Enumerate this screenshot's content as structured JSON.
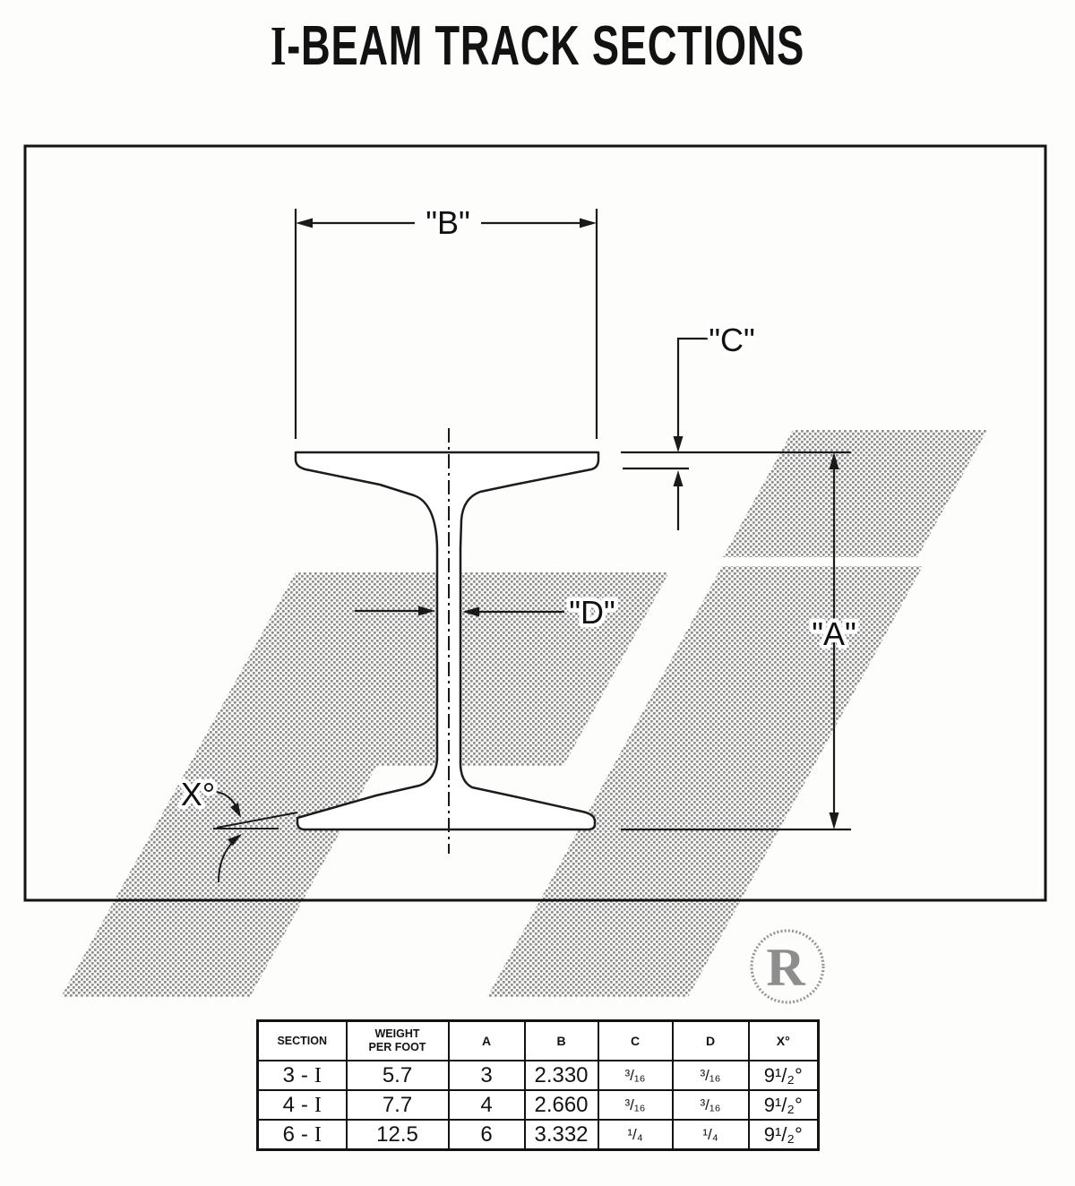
{
  "title": {
    "i": "I",
    "rest": "-BEAM TRACK SECTIONS"
  },
  "diagram": {
    "labels": {
      "a": "\"A\"",
      "b": "\"B\"",
      "c": "\"C\"",
      "d": "\"D\"",
      "x": "X°"
    },
    "registered_mark": "R",
    "colors": {
      "ink": "#1a1a1a",
      "halftone_dot": "#8f8f8f",
      "mark_gray": "#8d8d8d"
    }
  },
  "table": {
    "headers": {
      "section": "SECTION",
      "weight_line1": "WEIGHT",
      "weight_line2": "PER FOOT",
      "a": "A",
      "b": "B",
      "c": "C",
      "d": "D",
      "x": "X°"
    },
    "rows": [
      {
        "section_num": "3",
        "section_sep": "-",
        "section_letter": "I",
        "weight": "5.7",
        "a": "3",
        "b": "2.330",
        "c": "³/₁₆",
        "d": "³/₁₆",
        "x": "9¹/₂°"
      },
      {
        "section_num": "4",
        "section_sep": "-",
        "section_letter": "I",
        "weight": "7.7",
        "a": "4",
        "b": "2.660",
        "c": "³/₁₆",
        "d": "³/₁₆",
        "x": "9¹/₂°"
      },
      {
        "section_num": "6",
        "section_sep": "-",
        "section_letter": "I",
        "weight": "12.5",
        "a": "6",
        "b": "3.332",
        "c": "¹/₄",
        "d": "¹/₄",
        "x": "9¹/₂°"
      }
    ]
  }
}
